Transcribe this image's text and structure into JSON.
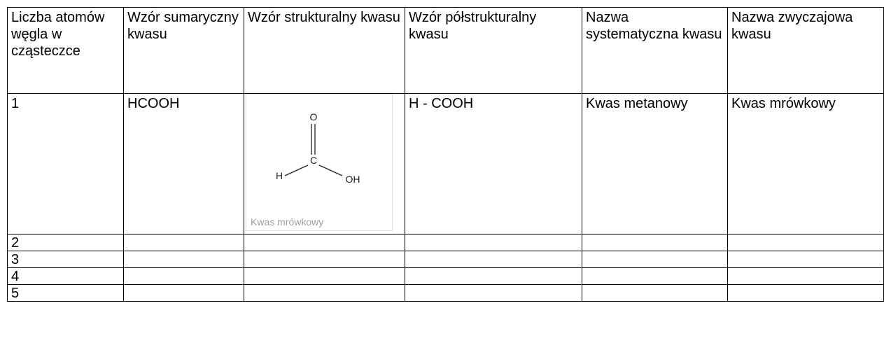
{
  "table": {
    "headers": [
      "Liczba atomów węgla w cząsteczce",
      "Wzór sumaryczny kwasu",
      "Wzór strukturalny kwasu",
      "Wzór półstrukturalny kwasu",
      "Nazwa systematyczna kwasu",
      "Nazwa zwyczajowa kwasu"
    ],
    "rows": [
      {
        "carbon_count": "1",
        "molecular_formula": "HCOOH",
        "structural_formula": {
          "atoms": {
            "oxygen": "O",
            "carbon": "C",
            "hydrogen": "H",
            "hydroxyl": "OH"
          },
          "caption": "Kwas mrówkowy"
        },
        "semi_structural_formula": "H - COOH",
        "systematic_name": "Kwas metanowy",
        "common_name": "Kwas mrówkowy"
      },
      {
        "carbon_count": "2",
        "molecular_formula": "",
        "semi_structural_formula": "",
        "systematic_name": "",
        "common_name": ""
      },
      {
        "carbon_count": "3",
        "molecular_formula": "",
        "semi_structural_formula": "",
        "systematic_name": "",
        "common_name": ""
      },
      {
        "carbon_count": "4",
        "molecular_formula": "",
        "semi_structural_formula": "",
        "systematic_name": "",
        "common_name": ""
      },
      {
        "carbon_count": "5",
        "molecular_formula": "",
        "semi_structural_formula": "",
        "systematic_name": "",
        "common_name": ""
      }
    ]
  }
}
